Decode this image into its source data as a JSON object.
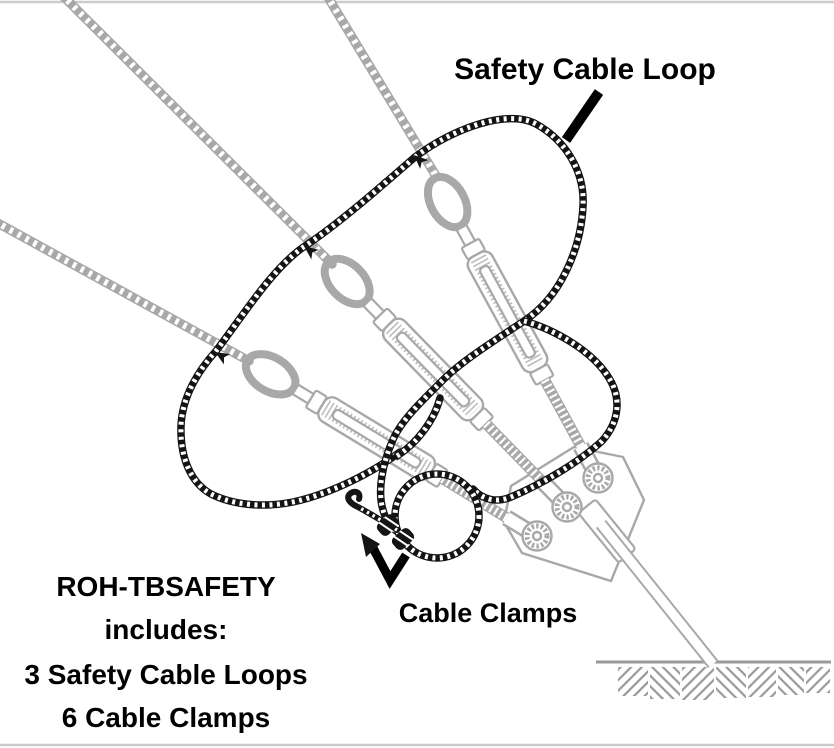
{
  "labels": {
    "safety_cable_loop": "Safety Cable Loop",
    "cable_clamps": "Cable Clamps"
  },
  "caption": {
    "line1": "ROH-TBSAFETY",
    "line2": "includes:",
    "line3": "3 Safety Cable Loops",
    "line4": "6 Cable Clamps"
  },
  "colors": {
    "background": "#ffffff",
    "cable_black": "#141414",
    "hardware_gray": "#a8a8a8",
    "ground_gray": "#999999",
    "text_black": "#000000",
    "frame_gray": "#cccccc"
  }
}
